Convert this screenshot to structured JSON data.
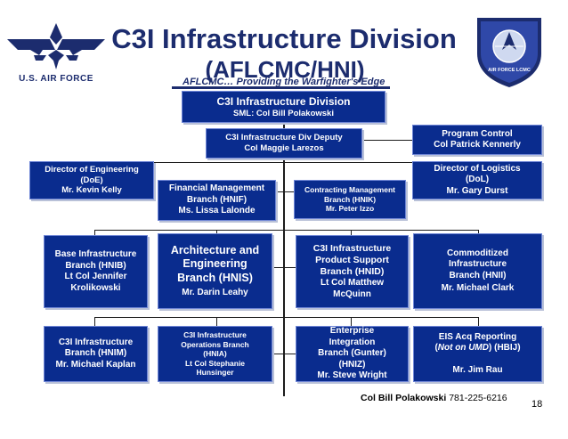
{
  "header": {
    "title_line1": "C3I Infrastructure Division",
    "title_line2": "(AFLCMC/HNI)",
    "tagline": "AFLCMC… Providing the Warfighter's Edge",
    "left_logo_text": "U.S. AIR FORCE",
    "right_logo_text": "AIR FORCE LCMC"
  },
  "org": {
    "division": {
      "name": "C3I Infrastructure Division",
      "sml": "SML: Col Bill Polakowski"
    },
    "deputy": {
      "title": "C3I Infrastructure Div Deputy",
      "person": "Col Maggie Larezos"
    },
    "program_control": {
      "title": "Program Control",
      "person": "Col Patrick Kennerly"
    },
    "doe": {
      "title": "Director of Engineering",
      "code": "(DoE)",
      "person": "Mr. Kevin Kelly"
    },
    "dol": {
      "title": "Director of Logistics",
      "code": "(DoL)",
      "person": "Mr. Gary Durst"
    },
    "hnif": {
      "title": "Financial Management",
      "code": "Branch (HNIF)",
      "person": "Ms. Lissa Lalonde"
    },
    "hnik": {
      "title": "Contracting Management",
      "code": "Branch (HNIK)",
      "person": "Mr. Peter Izzo"
    },
    "hnib": {
      "line1": "Base Infrastructure",
      "line2": "Branch (HNIB)",
      "line3": "Lt Col Jennifer",
      "line4": "Krolikowski"
    },
    "hnis": {
      "line1": "Architecture and",
      "line2": "Engineering",
      "line3": "Branch (HNIS)",
      "line4": "Mr. Darin Leahy"
    },
    "hnid": {
      "line1": "C3I Infrastructure",
      "line2": "Product Support",
      "line3": "Branch (HNID)",
      "line4": "Lt Col Matthew",
      "line5": "McQuinn"
    },
    "hnii": {
      "line1": "Commoditized",
      "line2": "Infrastructure",
      "line3": "Branch (HNII)",
      "line4": "Mr. Michael Clark"
    },
    "hnim": {
      "line1": "C3I Infrastructure",
      "line2": "Branch (HNIM)",
      "line3": "Mr. Michael Kaplan"
    },
    "hnia": {
      "line1": "C3I Infrastructure",
      "line2": "Operations  Branch",
      "line3": "(HNIA)",
      "line4": "Lt Col Stephanie",
      "line5": "Hunsinger"
    },
    "hniz": {
      "line1": "Enterprise",
      "line2": "Integration",
      "line3": "Branch (Gunter)",
      "line4": "(HNIZ)",
      "line5": "Mr. Steve Wright"
    },
    "hbij": {
      "line1": "EIS Acq Reporting",
      "line2_a": "(",
      "line2_italic": "Not on UMD",
      "line2_b": ") (HBIJ)",
      "line3": "Mr. Jim Rau"
    }
  },
  "footer": {
    "contact_name": "Col Bill Polakowski",
    "contact_phone": "781-225-6216",
    "page_number": "18"
  },
  "colors": {
    "box_fill": "#0a2c8e",
    "title_color": "#1c2c6e",
    "text_on_box": "#ffffff"
  }
}
